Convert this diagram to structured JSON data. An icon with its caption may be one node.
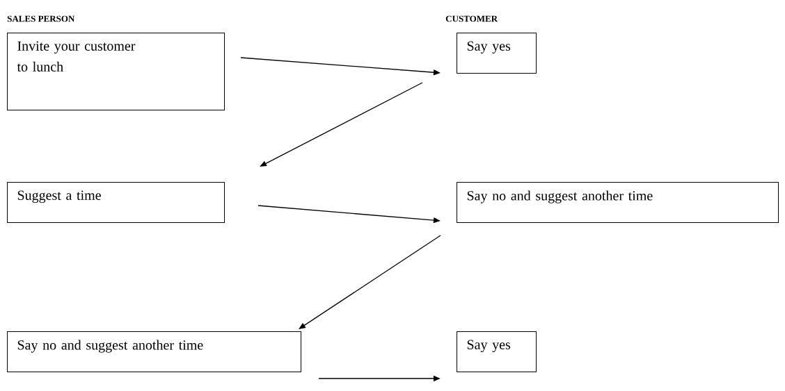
{
  "diagram": {
    "nodes": [
      {
        "text": [
          "Invite your customer to lunch"
        ]
      },
      {
        "text": [
          "Say yes"
        ]
      },
      {
        "text": [
          "Suggest a time"
        ]
      },
      {
        "text": [
          "Say no and suggest another time"
        ]
      },
      {
        "text": [
          "Say no and suggest another time"
        ]
      },
      {
        "text": [
          "Say yes"
        ]
      }
    ],
    "edges": [
      {
        "from": 0,
        "to": 1,
        "arrow": "to"
      },
      {
        "from": 1,
        "to": 2,
        "arrow": "to"
      },
      {
        "from": 2,
        "to": 3,
        "arrow": "to"
      },
      {
        "from": 3,
        "to": 4,
        "arrow": "to"
      },
      {
        "from": 4,
        "to": 5,
        "arrow": "to"
      }
    ],
    "labels": [
      "SALES PERSON",
      "CUSTOMER"
    ]
  }
}
